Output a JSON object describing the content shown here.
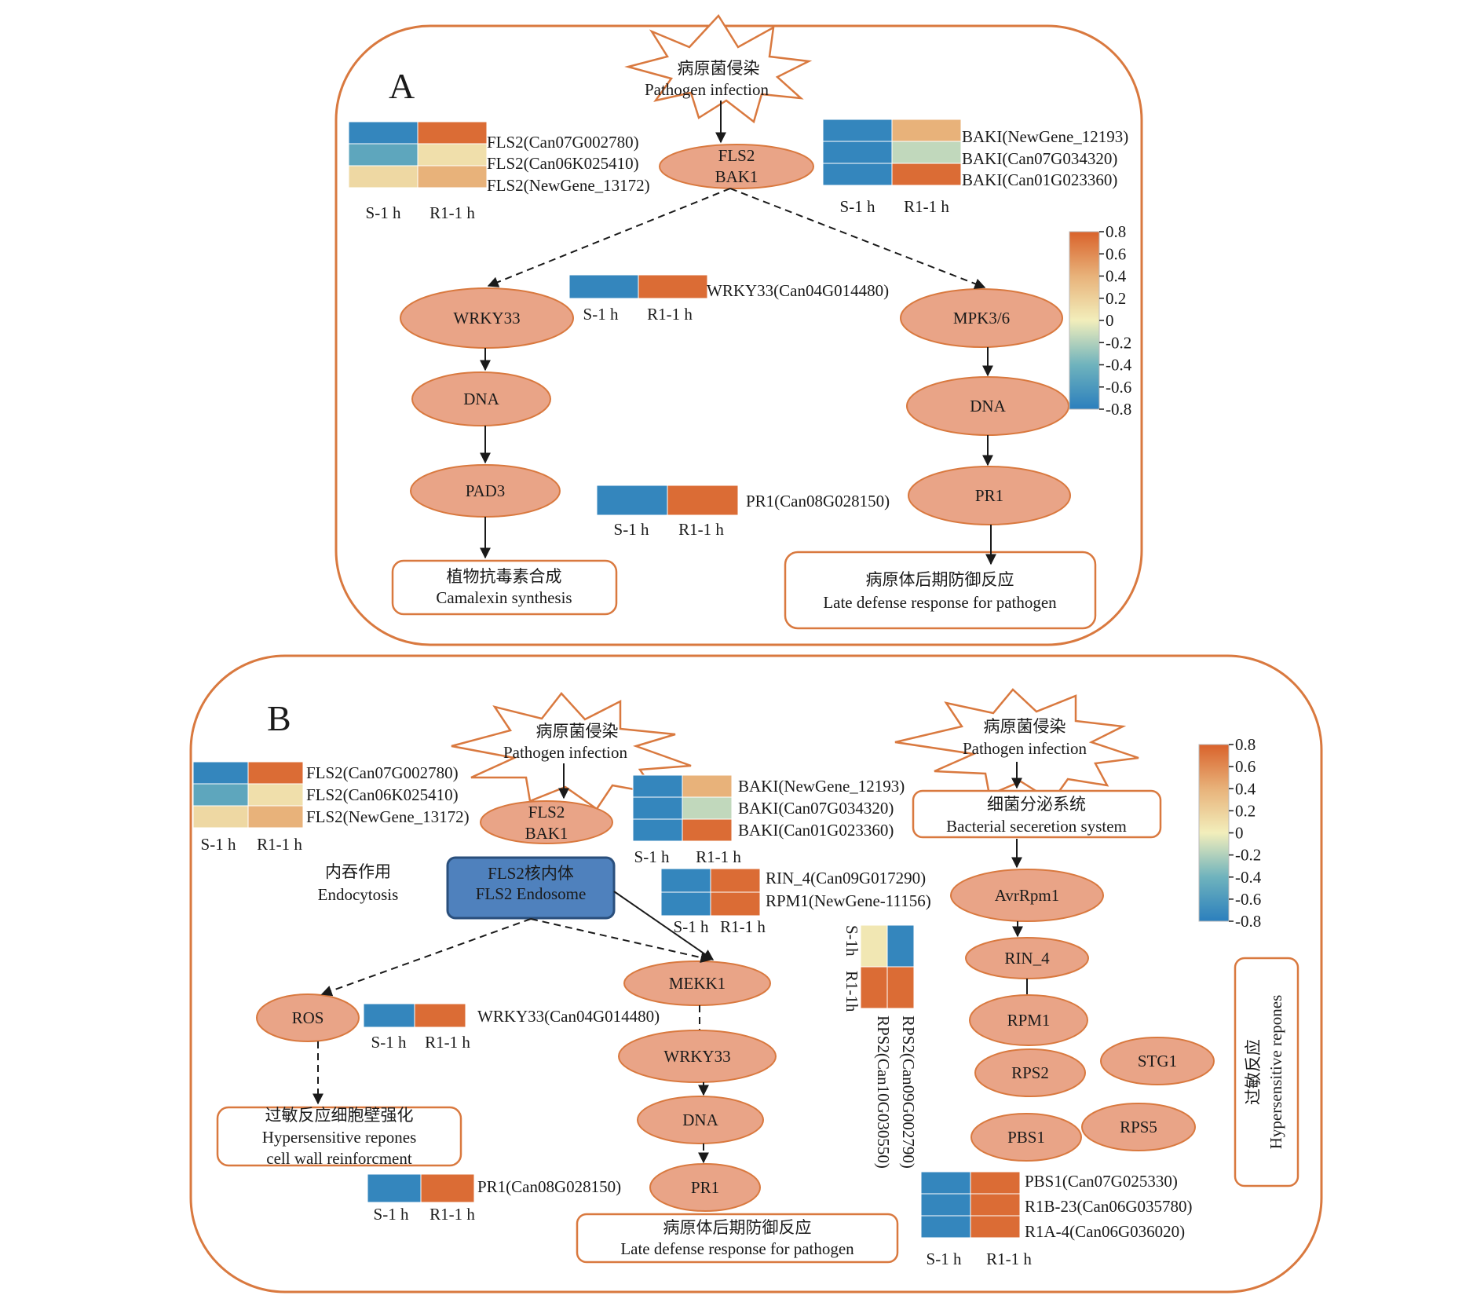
{
  "panels": {
    "a_letter": "A",
    "b_letter": "B"
  },
  "colors": {
    "orange": "#d9793f",
    "node_fill": "#e9a487",
    "endosome_blue": "#4f81bd"
  },
  "pathogen": {
    "cn": "病原菌侵染",
    "en": "Pathogen infection"
  },
  "nodes": {
    "fls2_bak1": [
      "FLS2",
      "BAK1"
    ],
    "wrky33": "WRKY33",
    "mpk36": "MPK3/6",
    "dna": "DNA",
    "pad3": "PAD3",
    "pr1": "PR1",
    "ros": "ROS",
    "mekk1": "MEKK1",
    "avrrpm1": "AvrRpm1",
    "rin4": "RIN_4",
    "rpm1": "RPM1",
    "rps2": "RPS2",
    "stg1": "STG1",
    "pbs1": "PBS1",
    "rps5": "RPS5"
  },
  "boxes": {
    "camalexin": {
      "cn": "植物抗毒素合成",
      "en": "Camalexin synthesis"
    },
    "late_defense": {
      "cn": "病原体后期防御反应",
      "en": "Late defense response for pathogen"
    },
    "cell_wall": {
      "cn": "过敏反应细胞壁强化",
      "en1": "Hypersensitive repones",
      "en2": "cell wall reinforcment"
    },
    "secretion": {
      "cn": "细菌分泌系统",
      "en": "Bacterial seceretion system"
    },
    "hypersensitive": {
      "cn": "过敏反应",
      "en": "Hypersensitive repones"
    },
    "endosome": {
      "cn": "FLS2核内体",
      "en": "FLS2 Endosome"
    },
    "endocytosis": {
      "cn": "内吞作用",
      "en": "Endocytosis"
    }
  },
  "heat_cols": [
    "S-1 h",
    "R1-1 h"
  ],
  "heat_cols_rot": [
    "S-1h",
    "R1-1h"
  ],
  "genes": {
    "fls2": [
      "FLS2(Can07G002780)",
      "FLS2(Can06K025410)",
      "FLS2(NewGene_13172)"
    ],
    "baki": [
      "BAKI(NewGene_12193)",
      "BAKI(Can07G034320)",
      "BAKI(Can01G023360)"
    ],
    "wrky33": [
      "WRKY33(Can04G014480)"
    ],
    "pr1": [
      "PR1(Can08G028150)"
    ],
    "rin_rpm": [
      "RIN_4(Can09G017290)",
      "RPM1(NewGene-11156)"
    ],
    "rps": [
      "RPS2(Can09G002790)",
      "RPS2(Can10G030550)"
    ],
    "pbs": [
      "PBS1(Can07G025330)",
      "R1B-23(Can06G035780)",
      "R1A-4(Can06G036020)"
    ]
  },
  "heat_values": {
    "fls2": [
      [
        -0.75,
        0.75
      ],
      [
        -0.5,
        0.1
      ],
      [
        0.15,
        0.4
      ]
    ],
    "baki": [
      [
        -0.75,
        0.4
      ],
      [
        -0.75,
        -0.15
      ],
      [
        -0.75,
        0.75
      ]
    ],
    "wrky33": [
      [
        -0.75,
        0.75
      ]
    ],
    "pr1": [
      [
        -0.75,
        0.75
      ]
    ],
    "rin_rpm": [
      [
        -0.75,
        0.75
      ],
      [
        -0.75,
        0.75
      ]
    ],
    "rps": [
      [
        -0.75,
        0.75
      ],
      [
        0.05,
        0.75
      ]
    ],
    "pbs": [
      [
        -0.75,
        0.75
      ],
      [
        -0.75,
        0.75
      ],
      [
        -0.75,
        0.75
      ]
    ]
  },
  "colorbar": {
    "ticks": [
      "0.8",
      "0.6",
      "0.4",
      "0.2",
      "0",
      "-0.2",
      "-0.4",
      "-0.6",
      "-0.8"
    ],
    "range": [
      -0.8,
      0.8
    ]
  }
}
